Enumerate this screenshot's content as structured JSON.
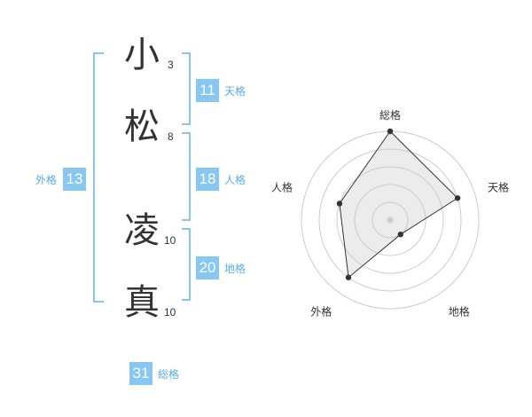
{
  "name": {
    "chars": [
      {
        "char": "小",
        "strokes": "3"
      },
      {
        "char": "松",
        "strokes": "8"
      },
      {
        "char": "凌",
        "strokes": "10"
      },
      {
        "char": "真",
        "strokes": "10"
      }
    ]
  },
  "fortunes": {
    "tenkaku": {
      "value": "11",
      "label": "天格"
    },
    "jinkaku": {
      "value": "18",
      "label": "人格"
    },
    "chikaku": {
      "value": "20",
      "label": "地格"
    },
    "gaikaku": {
      "value": "13",
      "label": "外格"
    },
    "soukaku": {
      "value": "31",
      "label": "総格"
    }
  },
  "chart_data": {
    "type": "radar",
    "axes": [
      "総格",
      "天格",
      "地格",
      "外格",
      "人格"
    ],
    "values": [
      5,
      4,
      1,
      4,
      3
    ],
    "max": 5,
    "grid": true
  },
  "colors": {
    "accent": "#86c8f3",
    "bracket": "#86c8f3",
    "radar_fill": "#eeeeee",
    "radar_stroke": "#333333"
  }
}
